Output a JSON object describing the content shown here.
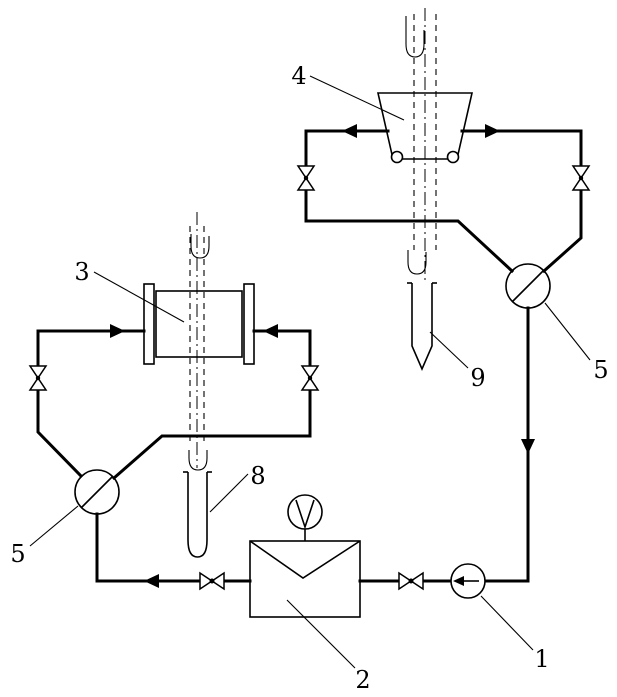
{
  "diagram": {
    "labels": {
      "n1": "1",
      "n2": "2",
      "n3": "3",
      "n4": "4",
      "n5": "5",
      "n8": "8",
      "n9": "9"
    }
  }
}
